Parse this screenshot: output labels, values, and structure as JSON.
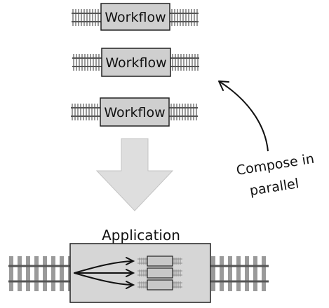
{
  "workflows": [
    {
      "label": "Workflow"
    },
    {
      "label": "Workflow"
    },
    {
      "label": "Workflow"
    }
  ],
  "compose_note": {
    "line1": "Compose in",
    "line2": "parallel"
  },
  "application": {
    "label": "Application"
  },
  "colors": {
    "box_fill": "#cfcfcf",
    "box_stroke": "#222222",
    "rail": "#8c8c8c",
    "tie": "#9a9a9a",
    "down_arrow": "#dedede",
    "app_fill": "#d6d6d6",
    "inner_box_fill": "#c8c8c8"
  }
}
